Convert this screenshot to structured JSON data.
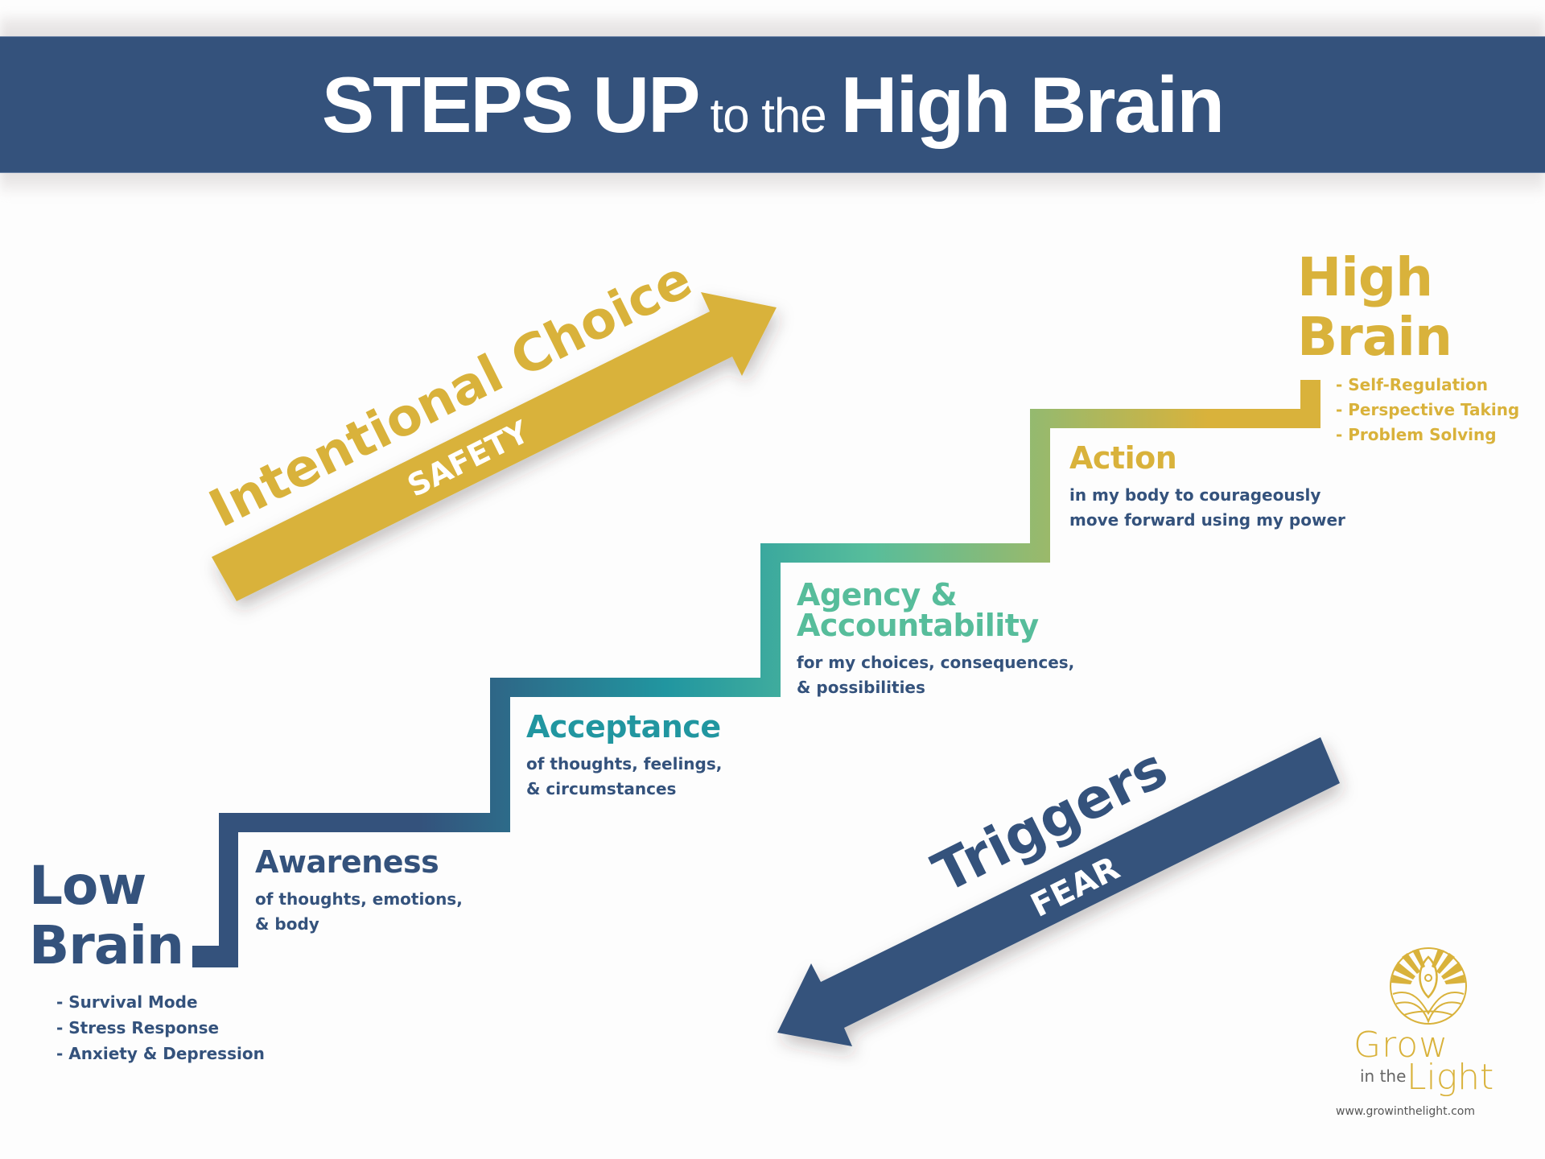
{
  "header": {
    "title_bold_1": "STEPS UP",
    "title_light": "to the",
    "title_bold_2": "High Brain"
  },
  "colors": {
    "navy": "#34527c",
    "gold": "#d9b23b",
    "teal": "#2196a0",
    "mint": "#57bd9b",
    "green": "#9bb96a"
  },
  "low_brain": {
    "title_line1": "Low",
    "title_line2": "Brain",
    "bullets": [
      "- Survival Mode",
      "- Stress Response",
      "-  Anxiety & Depression"
    ]
  },
  "steps": [
    {
      "title": "Awareness",
      "sub_line1": "of thoughts, emotions,",
      "sub_line2": "& body"
    },
    {
      "title": "Acceptance",
      "sub_line1": "of thoughts, feelings,",
      "sub_line2": "& circumstances"
    },
    {
      "title_line1": "Agency &",
      "title_line2": "Accountability",
      "sub_line1": "for my choices, consequences,",
      "sub_line2": "& possibilities"
    },
    {
      "title": "Action",
      "sub_line1": "in my body to courageously",
      "sub_line2": "move forward using my power"
    }
  ],
  "high_brain": {
    "title_line1": "High",
    "title_line2": "Brain",
    "bullets": [
      "- Self-Regulation",
      "- Perspective Taking",
      "- Problem Solving"
    ]
  },
  "arrow_up": {
    "label": "Intentional Choice",
    "sublabel": "SAFETY"
  },
  "arrow_down": {
    "label": "Triggers",
    "sublabel": "FEAR"
  },
  "logo": {
    "word1": "Grow",
    "word2": "in the",
    "word3": "Light",
    "url": "www.growinthelight.com"
  }
}
